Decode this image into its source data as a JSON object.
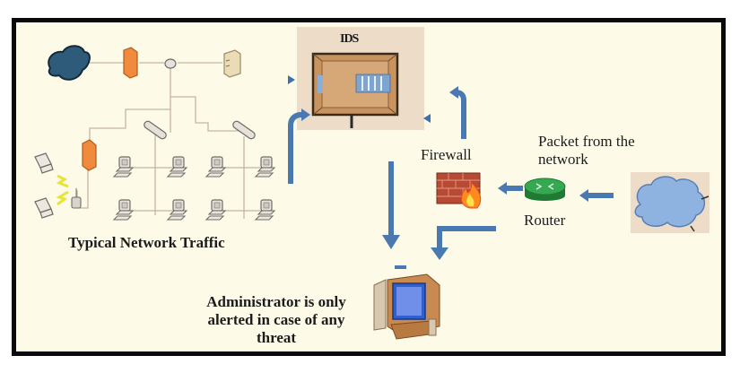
{
  "diagram": {
    "ids_label": "IDS",
    "network_label": "Typical Network Traffic",
    "firewall_label": "Firewall",
    "router_label": "Router",
    "packet_label_line1": "Packet from the",
    "packet_label_line2": "network",
    "admin_label_line1": "Administrator is only",
    "admin_label_line2": "alerted in case of any",
    "admin_label_line3": "threat",
    "nodes": [
      {
        "id": "internet-cloud",
        "icon": "dark-cloud-icon"
      },
      {
        "id": "lan-firewall",
        "icon": "firewall-icon"
      },
      {
        "id": "core-switch",
        "icon": "switch-icon"
      },
      {
        "id": "server",
        "icon": "server-icon"
      },
      {
        "id": "ids",
        "icon": "ids-device-icon"
      },
      {
        "id": "firewall",
        "icon": "brick-firewall-icon"
      },
      {
        "id": "router",
        "icon": "router-icon"
      },
      {
        "id": "network-cloud",
        "icon": "cloud-icon"
      },
      {
        "id": "admin-computer",
        "icon": "computer-icon"
      }
    ],
    "flows": [
      {
        "from": "network-cloud",
        "to": "router"
      },
      {
        "from": "router",
        "to": "firewall"
      },
      {
        "from": "firewall",
        "to": "ids"
      },
      {
        "from": "network",
        "to": "ids"
      },
      {
        "from": "ids",
        "to": "admin-computer"
      },
      {
        "from": "firewall",
        "to": "admin-computer"
      }
    ],
    "colors": {
      "background": "#fdfbe8",
      "arrow": "#4a78b0",
      "ids_box": "#c8935f",
      "firewall_orange": "#f08a3c",
      "router_green": "#2e9e48",
      "cloud_blue": "#8fb3e0",
      "line": "#c9b2a4"
    }
  }
}
